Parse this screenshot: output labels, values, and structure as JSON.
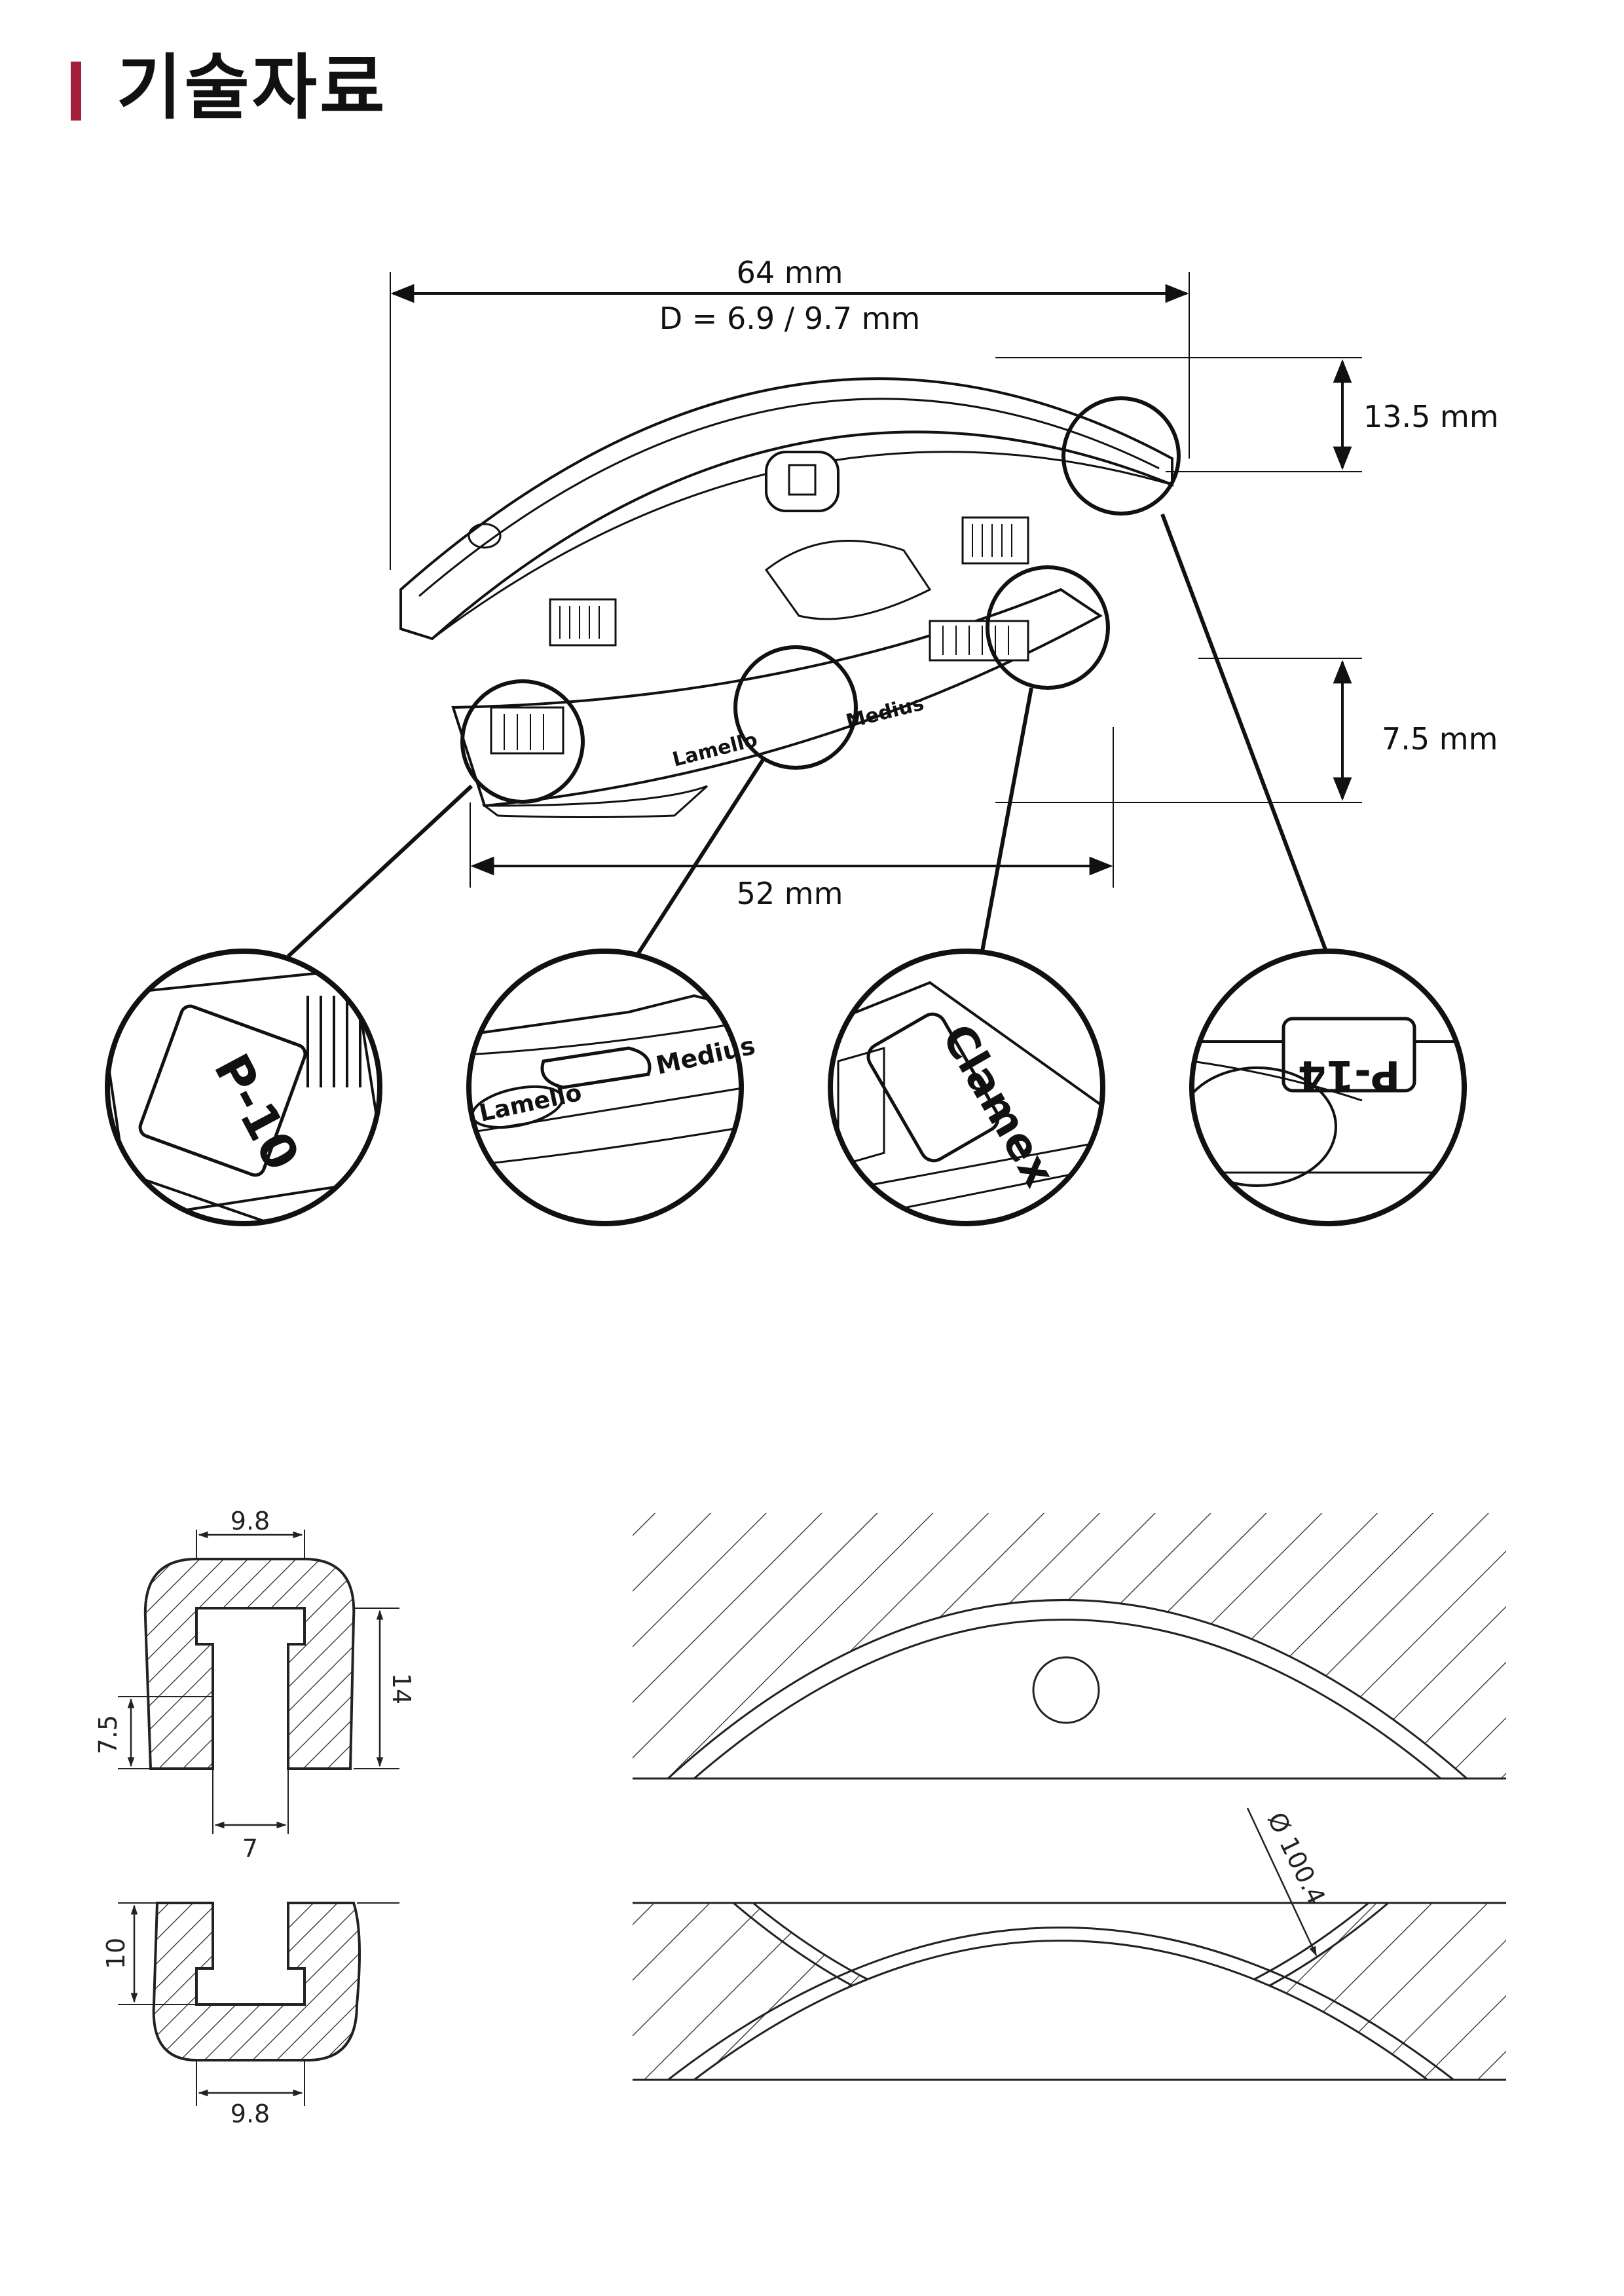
{
  "page": {
    "title": "기술자료"
  },
  "top_figure": {
    "dimensions": {
      "length": "64 mm",
      "diameter": "D = 6.9 / 9.7 mm",
      "upper_height": "13.5 mm",
      "lower_height": "7.5 mm",
      "lower_length": "52 mm"
    },
    "part_labels": {
      "p10": "P-10",
      "brand_1": "Lamello",
      "brand_2": "Medius",
      "clamex": "Clamex",
      "p14": "P-14"
    }
  },
  "bottom_figure": {
    "profile_top": {
      "width_top": "9.8",
      "height_right": "14",
      "height_left": "7.5",
      "slot_width": "7"
    },
    "profile_bottom": {
      "height": "10",
      "width_bottom": "9.8"
    },
    "arc_diameter": "Ø 100.4"
  },
  "colors": {
    "accent": "#a3213a",
    "line": "#111111",
    "background": "#ffffff"
  }
}
